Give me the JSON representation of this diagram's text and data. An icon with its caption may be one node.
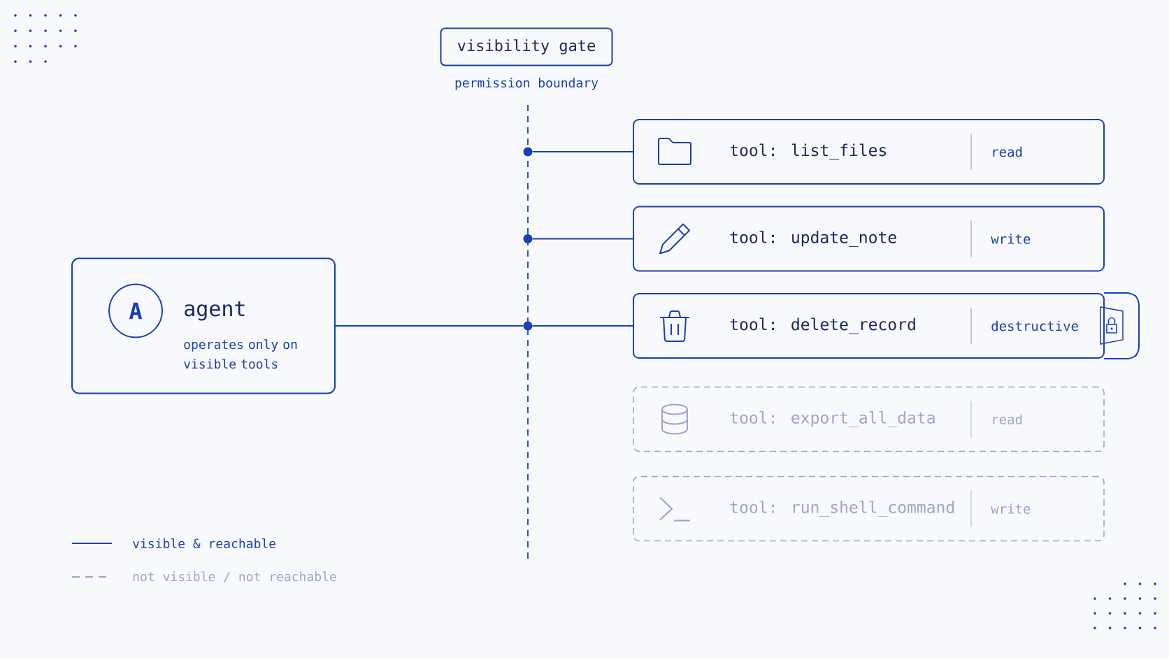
{
  "diagram": {
    "nodes": [
      {
        "text": [
          "visibility gate"
        ],
        "beside": [
          "permission boundary"
        ]
      },
      {
        "text": [
          "agent",
          "operates only on visible tools"
        ]
      },
      {
        "text": [
          "A"
        ],
        "in": 1
      },
      {
        "text": [],
        "shape": "circle"
      },
      {
        "text": [],
        "shape": "circle"
      },
      {
        "text": [],
        "shape": "circle"
      },
      {
        "text": [
          "tool: list_files",
          "read"
        ]
      },
      {
        "text": [
          "tool: update_note",
          "write"
        ]
      },
      {
        "text": [
          "tool: delete_record",
          "destructive"
        ]
      },
      {
        "text": [
          "tool: export_all_data",
          "read"
        ]
      },
      {
        "text": [
          "tool: run_shell_command",
          "write"
        ]
      }
    ],
    "edges": [
      {
        "from": 1,
        "to": 5,
        "arrow": "none"
      },
      {
        "from": 5,
        "to": 8,
        "arrow": "none"
      },
      {
        "from": 3,
        "to": 6,
        "arrow": "none"
      },
      {
        "from": 4,
        "to": 7,
        "arrow": "none"
      }
    ],
    "legend": [
      {
        "text": "visible & reachable"
      },
      {
        "text": "not visible / not reachable"
      }
    ]
  }
}
